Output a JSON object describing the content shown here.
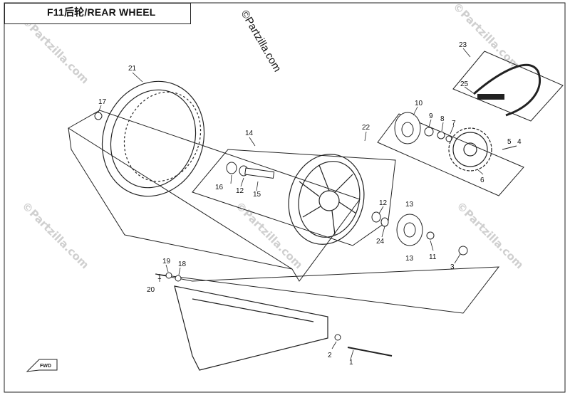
{
  "diagram": {
    "title": "F11后轮/REAR WHEEL",
    "watermark": "©Partzilla.com",
    "fwd_label": "FWD"
  },
  "callouts": [
    {
      "id": "p1",
      "label": "1"
    },
    {
      "id": "p1b",
      "label": "1"
    },
    {
      "id": "p2",
      "label": "2"
    },
    {
      "id": "p3",
      "label": "3"
    },
    {
      "id": "p4",
      "label": "4"
    },
    {
      "id": "p5",
      "label": "5"
    },
    {
      "id": "p6",
      "label": "6"
    },
    {
      "id": "p7",
      "label": "7"
    },
    {
      "id": "p8",
      "label": "8"
    },
    {
      "id": "p9",
      "label": "9"
    },
    {
      "id": "p10",
      "label": "10"
    },
    {
      "id": "p11",
      "label": "11"
    },
    {
      "id": "p12a",
      "label": "12"
    },
    {
      "id": "p12b",
      "label": "12"
    },
    {
      "id": "p13a",
      "label": "13"
    },
    {
      "id": "p13b",
      "label": "13"
    },
    {
      "id": "p14",
      "label": "14"
    },
    {
      "id": "p15",
      "label": "15"
    },
    {
      "id": "p16",
      "label": "16"
    },
    {
      "id": "p17",
      "label": "17"
    },
    {
      "id": "p18",
      "label": "18"
    },
    {
      "id": "p19",
      "label": "19"
    },
    {
      "id": "p20",
      "label": "20"
    },
    {
      "id": "p21",
      "label": "21"
    },
    {
      "id": "p22",
      "label": "22"
    },
    {
      "id": "p23",
      "label": "23"
    },
    {
      "id": "p24",
      "label": "24"
    },
    {
      "id": "p25",
      "label": "25"
    }
  ]
}
